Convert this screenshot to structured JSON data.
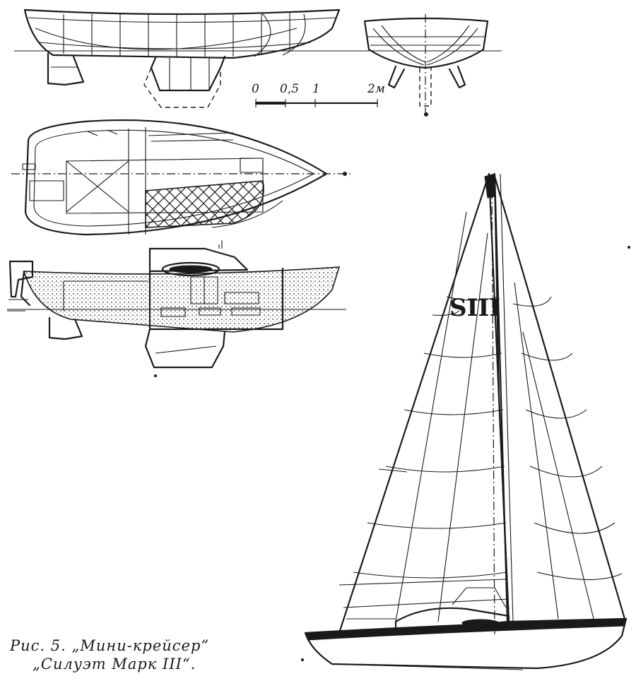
{
  "scale_bar": {
    "labels": [
      "0",
      "0,5",
      "1",
      "2м"
    ]
  },
  "sail_number": "SIII",
  "caption": {
    "line1": "Рис. 5. „Мини-крейсер“",
    "line2": "„Силуэт Марк III“."
  }
}
